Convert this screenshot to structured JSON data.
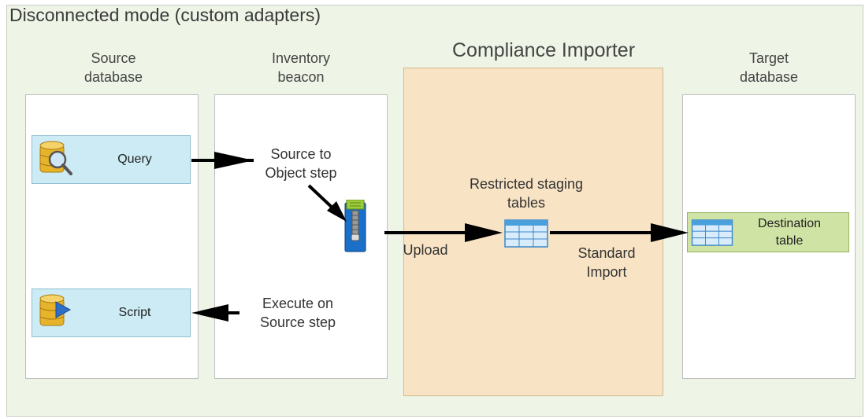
{
  "title": "Disconnected mode (custom adapters)",
  "columns": {
    "source": "Source\ndatabase",
    "beacon": "Inventory\nbeacon",
    "importer": "Compliance Importer",
    "target": "Target\ndatabase"
  },
  "nodes": {
    "query": "Query",
    "script": "Script",
    "staging": "Restricted staging\ntables",
    "destination": "Destination\ntable"
  },
  "edges": {
    "source_to_object": "Source to\nObject step",
    "execute_on_source": "Execute on\nSource step",
    "upload": "Upload",
    "standard_import": "Standard\nImport"
  },
  "icons": {
    "query": "database-search-icon",
    "script": "database-script-icon",
    "archive": "zip-archive-icon",
    "staging": "table-icon",
    "destination": "table-icon"
  },
  "colors": {
    "background": "#eef4e6",
    "importer_fill": "#f8e4c4",
    "node_fill": "#ccebf4",
    "destination_fill": "#cfe3a4"
  }
}
